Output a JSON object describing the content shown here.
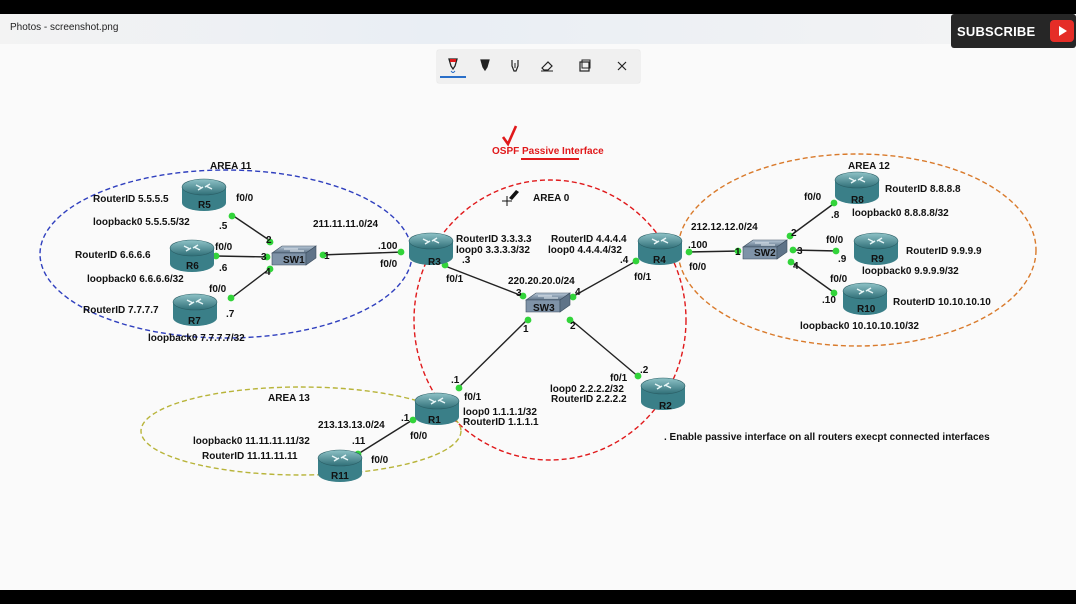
{
  "window": {
    "title": "Photos - screenshot.png"
  },
  "subscribe": {
    "label": "SUBSCRIBE"
  },
  "toolbar": {
    "tools": [
      "ballpoint-pen",
      "pencil",
      "highlighter",
      "eraser",
      "crop",
      "close"
    ]
  },
  "heading": {
    "title": "OSPF Passive Interface",
    "accent_color": "#e0191b"
  },
  "note": ". Enable passive interface on all routers execpt connected interfaces",
  "areas": {
    "area11": {
      "label": "AREA 11",
      "color": "#2f3fbe"
    },
    "area0": {
      "label": "AREA 0",
      "color": "#e0191b"
    },
    "area12": {
      "label": "AREA 12",
      "color": "#d97a2b"
    },
    "area13": {
      "label": "AREA 13",
      "color": "#b8b43a"
    }
  },
  "devices": {
    "R1": "R1",
    "R2": "R2",
    "R3": "R3",
    "R4": "R4",
    "R5": "R5",
    "R6": "R6",
    "R7": "R7",
    "R8": "R8",
    "R9": "R9",
    "R10": "R10",
    "R11": "R11",
    "SW1": "SW1",
    "SW2": "SW2",
    "SW3": "SW3"
  },
  "networks": {
    "net_211": "211.11.11.0/24",
    "net_212": "212.12.12.0/24",
    "net_220": "220.20.20.0/24",
    "net_213": "213.13.13.0/24"
  },
  "router_info": {
    "r5_id": "RouterID 5.5.5.5",
    "r5_lo": "loopback0 5.5.5.5/32",
    "r6_id": "RouterID 6.6.6.6",
    "r6_lo": "loopback0 6.6.6.6/32",
    "r7_id": "RouterID 7.7.7.7",
    "r7_lo": "loopback0 7.7.7.7/32",
    "r3_id": "RouterID 3.3.3.3",
    "r3_lo": "loop0 3.3.3.3/32",
    "r4_id": "RouterID 4.4.4.4",
    "r4_lo": "loop0 4.4.4.4/32",
    "r8_id": "RouterID 8.8.8.8",
    "r8_lo": "loopback0 8.8.8.8/32",
    "r9_id": "RouterID 9.9.9.9",
    "r9_lo": "loopback0 9.9.9.9/32",
    "r10_id": "RouterID 10.10.10.10",
    "r10_lo": "loopback0 10.10.10.10/32",
    "r2_lo": "loop0 2.2.2.2/32",
    "r2_id": "RouterID 2.2.2.2",
    "r1_lo": "loop0 1.1.1.1/32",
    "r1_id": "RouterID 1.1.1.1",
    "r11_lo": "loopback0 11.11.11.11/32",
    "r11_id": "RouterID 11.11.11.11"
  },
  "labels": {
    "r5_if": "f0/0",
    "r5_ip": ".5",
    "r6_if": "f0/0",
    "r6_ip": ".6",
    "r7_if": "f0/0",
    "r7_ip": ".7",
    "r3_ip100": ".100",
    "r3_f00": "f0/0",
    "r3_ip3": ".3",
    "r3_f01": "f0/1",
    "r4_ip4": ".4",
    "r4_f01": "f0/1",
    "r4_ip100": ".100",
    "r4_f00": "f0/0",
    "r8_if": "f0/0",
    "r8_ip": ".8",
    "r9_if": "f0/0",
    "r9_ip": ".9",
    "r10_if": "f0/0",
    "r10_ip": ".10",
    "r1_ip1": ".1",
    "r1_f01": "f0/1",
    "r1_ip1b": ".1",
    "r1_f00": "f0/0",
    "r2_f01": "f0/1",
    "r2_ip2": ".2",
    "r11_ip": ".11",
    "r11_if": "f0/0",
    "sw1_p1": "1",
    "sw1_p2": "2",
    "sw1_p3": "3",
    "sw1_p4": "4",
    "sw2_p1": "1",
    "sw2_p2": "2",
    "sw2_p3": "3",
    "sw2_p4": "4",
    "sw3_p1": "1",
    "sw3_p2": "2",
    "sw3_p3": "3",
    "sw3_p4": "4"
  }
}
